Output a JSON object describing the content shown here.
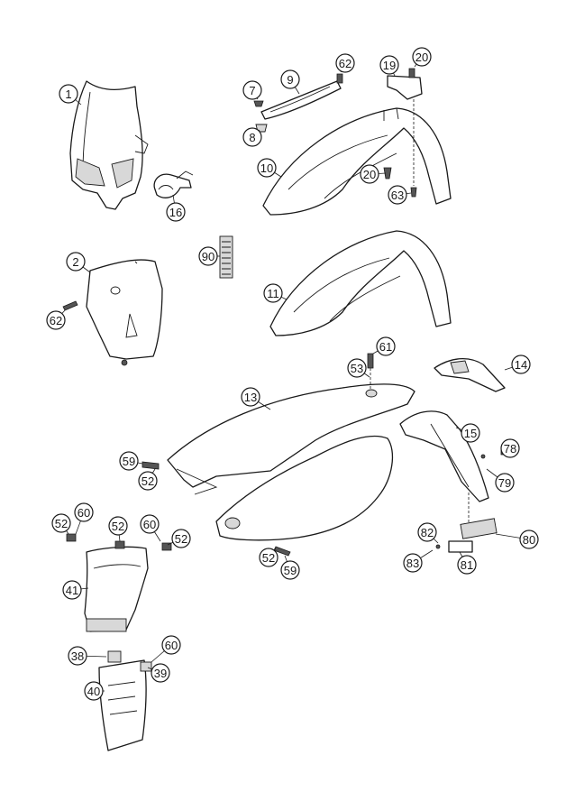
{
  "callouts": [
    {
      "id": "c1",
      "label": "1"
    },
    {
      "id": "c2",
      "label": "2"
    },
    {
      "id": "c7",
      "label": "7"
    },
    {
      "id": "c8",
      "label": "8"
    },
    {
      "id": "c9",
      "label": "9"
    },
    {
      "id": "c10",
      "label": "10"
    },
    {
      "id": "c11",
      "label": "11"
    },
    {
      "id": "c13",
      "label": "13"
    },
    {
      "id": "c14",
      "label": "14"
    },
    {
      "id": "c15",
      "label": "15"
    },
    {
      "id": "c16",
      "label": "16"
    },
    {
      "id": "c19",
      "label": "19"
    },
    {
      "id": "c20a",
      "label": "20"
    },
    {
      "id": "c20b",
      "label": "20"
    },
    {
      "id": "c38",
      "label": "38"
    },
    {
      "id": "c39",
      "label": "39"
    },
    {
      "id": "c40",
      "label": "40"
    },
    {
      "id": "c41",
      "label": "41"
    },
    {
      "id": "c52a",
      "label": "52"
    },
    {
      "id": "c52b",
      "label": "52"
    },
    {
      "id": "c52c",
      "label": "52"
    },
    {
      "id": "c52d",
      "label": "52"
    },
    {
      "id": "c52e",
      "label": "52"
    },
    {
      "id": "c53",
      "label": "53"
    },
    {
      "id": "c59a",
      "label": "59"
    },
    {
      "id": "c59b",
      "label": "59"
    },
    {
      "id": "c60a",
      "label": "60"
    },
    {
      "id": "c60b",
      "label": "60"
    },
    {
      "id": "c60c",
      "label": "60"
    },
    {
      "id": "c61",
      "label": "61"
    },
    {
      "id": "c62a",
      "label": "62"
    },
    {
      "id": "c62b",
      "label": "62"
    },
    {
      "id": "c63",
      "label": "63"
    },
    {
      "id": "c78",
      "label": "78"
    },
    {
      "id": "c79",
      "label": "79"
    },
    {
      "id": "c80",
      "label": "80"
    },
    {
      "id": "c81",
      "label": "81"
    },
    {
      "id": "c82",
      "label": "82"
    },
    {
      "id": "c83",
      "label": "83"
    },
    {
      "id": "c90",
      "label": "90"
    }
  ]
}
